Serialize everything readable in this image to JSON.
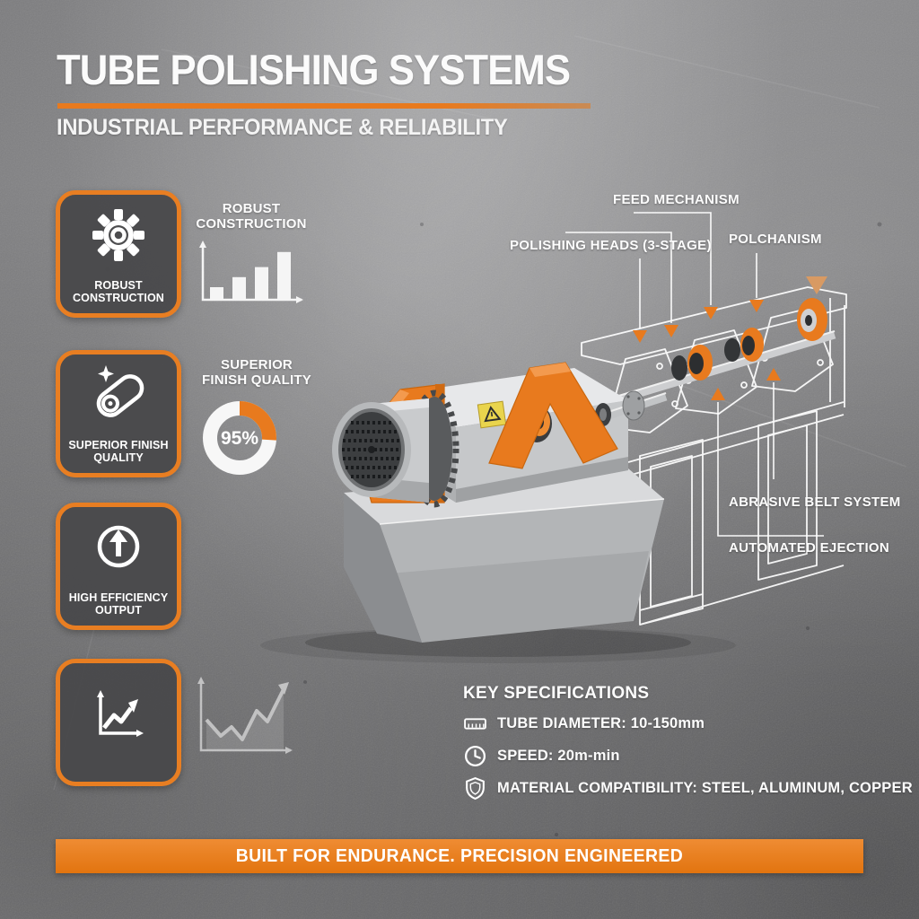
{
  "theme": {
    "accent_orange": "#E87A1E",
    "panel_gray": "#4D4D4F",
    "background_gray": "#828284",
    "text_white": "#FDFDFD",
    "machine_steel": "#C6C8CA",
    "warning_yellow": "#E9D44D"
  },
  "header": {
    "title": "TUBE POLISHING SYSTEMS",
    "subtitle": "INDUSTRIAL PERFORMANCE & RELIABILITY"
  },
  "features": [
    {
      "icon": "gear-icon",
      "label": "ROBUST CONSTRUCTION"
    },
    {
      "icon": "roller-icon",
      "label": "SUPERIOR FINISH QUALITY"
    },
    {
      "icon": "arrow-up-circle-icon",
      "label": "HIGH EFFICIENCY OUTPUT"
    },
    {
      "icon": "line-chart-icon",
      "label": ""
    }
  ],
  "stats": {
    "bar_chart": {
      "type": "bar",
      "title": "ROBUST CONSTRUCTION",
      "values": [
        25,
        45,
        65,
        95
      ]
    },
    "donut": {
      "type": "donut",
      "title": "SUPERIOR FINISH QUALITY",
      "value_label": "95%",
      "percent": 95,
      "arc_percent_visual": 26
    },
    "trend": {
      "type": "line",
      "points": [
        [
          18,
          50
        ],
        [
          34,
          68
        ],
        [
          46,
          58
        ],
        [
          58,
          72
        ],
        [
          74,
          40
        ],
        [
          86,
          52
        ],
        [
          104,
          16
        ]
      ]
    }
  },
  "callouts": {
    "feed": "FEED MECHANISM",
    "heads": "POLISHING HEADS (3-STAGE)",
    "mechanism": "POLCHANISM",
    "belt": "ABRASIVE BELT SYSTEM",
    "ejection": "AUTOMATED EJECTION"
  },
  "specs": {
    "title": "KEY SPECIFICATIONS",
    "items": [
      {
        "icon": "ruler-icon",
        "text": "TUBE DIAMETER: 10-150mm"
      },
      {
        "icon": "clock-icon",
        "text": "SPEED: 20m-min"
      },
      {
        "icon": "shield-icon",
        "text": "MATERIAL COMPATIBILITY: STEEL, ALUMINUM, COPPER"
      }
    ]
  },
  "banner": {
    "text": "BUILT FOR ENDURANCE. PRECISION ENGINEERED"
  }
}
